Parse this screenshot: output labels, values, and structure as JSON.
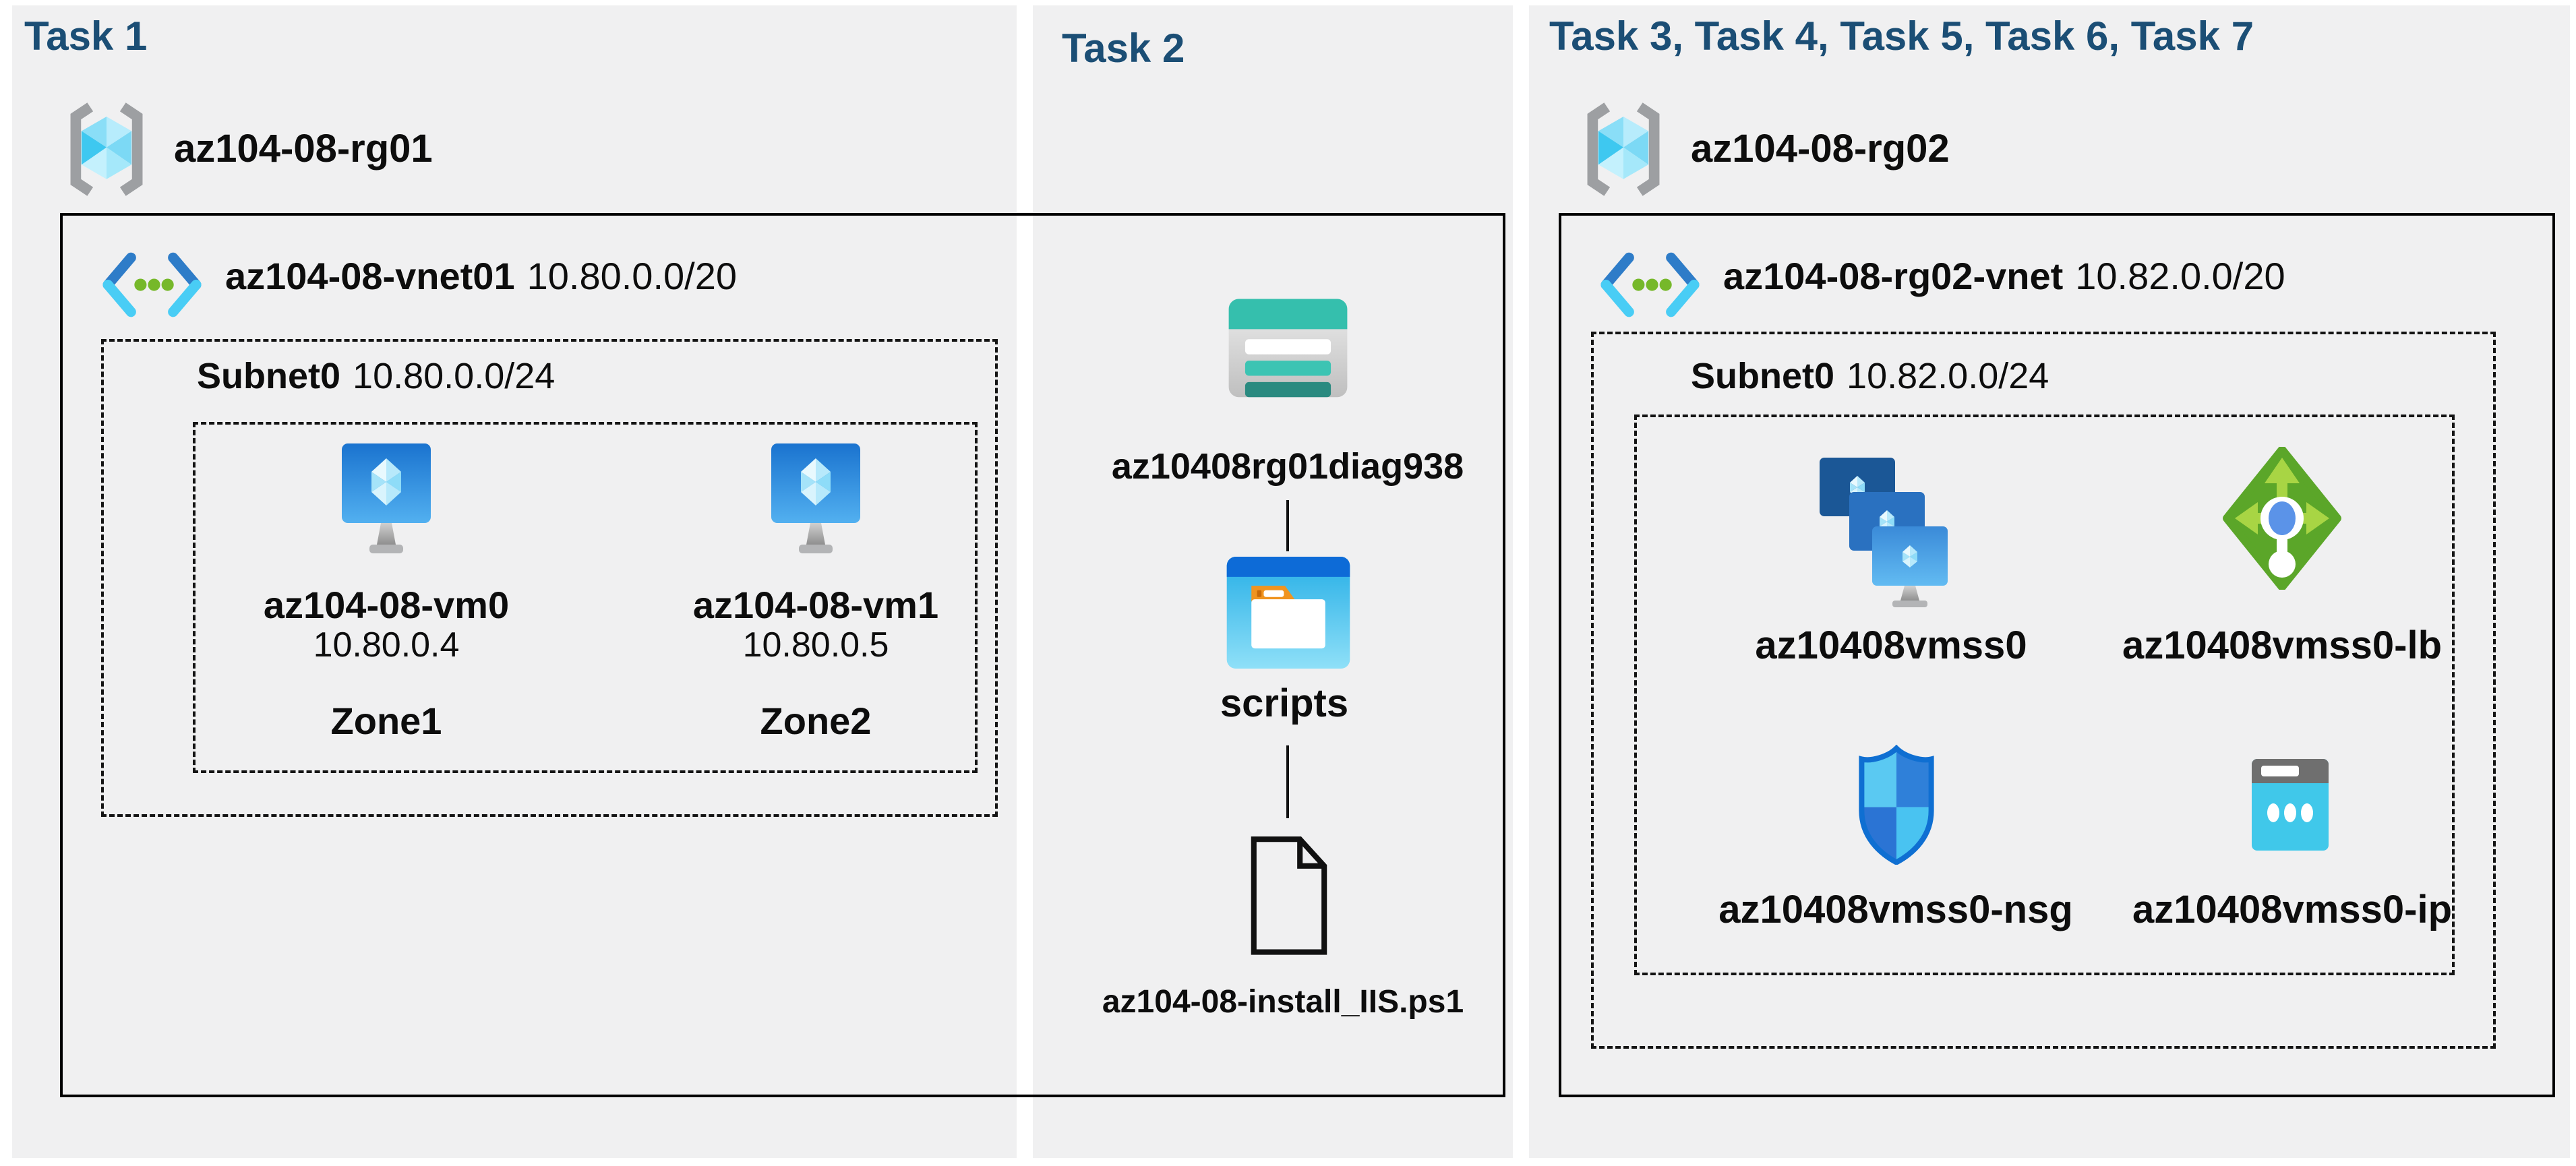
{
  "page": {
    "background": "#ffffff",
    "panel_background": "#f0f0f1",
    "header_color": "#1b4e75",
    "accent_teal": "#35bfad",
    "accent_blue": "#1a73cf",
    "accent_green": "#5ba629"
  },
  "panel1": {
    "title": "Task 1",
    "resource_group": {
      "name": "az104-08-rg01"
    },
    "vnet": {
      "name": "az104-08-vnet01",
      "cidr": "10.80.0.0/20"
    },
    "subnet": {
      "name": "Subnet0",
      "cidr": "10.80.0.0/24"
    },
    "vms": [
      {
        "name": "az104-08-vm0",
        "ip": "10.80.0.4",
        "zone": "Zone1"
      },
      {
        "name": "az104-08-vm1",
        "ip": "10.80.0.5",
        "zone": "Zone2"
      }
    ]
  },
  "panel2": {
    "title": "Task 2",
    "storage_account": "az10408rg01diag938",
    "folder": "scripts",
    "file": "az104-08-install_IIS.ps1"
  },
  "panel3": {
    "title": "Task 3, Task 4, Task 5, Task 6, Task 7",
    "resource_group": {
      "name": "az104-08-rg02"
    },
    "vnet": {
      "name": "az104-08-rg02-vnet",
      "cidr": "10.82.0.0/20"
    },
    "subnet": {
      "name": "Subnet0",
      "cidr": "10.82.0.0/24"
    },
    "vmss": {
      "name": "az10408vmss0"
    },
    "load_balancer": {
      "name": "az10408vmss0-lb"
    },
    "nsg": {
      "name": "az10408vmss0-nsg"
    },
    "public_ip": {
      "name": "az10408vmss0-ip"
    }
  }
}
